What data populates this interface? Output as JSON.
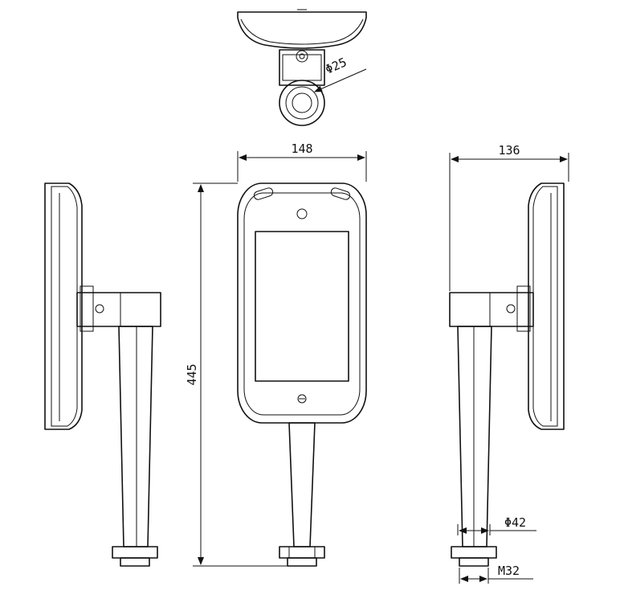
{
  "dimensions": {
    "top_diameter": "Φ25",
    "width": "148",
    "side_depth": "136",
    "height": "445",
    "pole_diameter": "Φ42",
    "thread": "M32"
  }
}
